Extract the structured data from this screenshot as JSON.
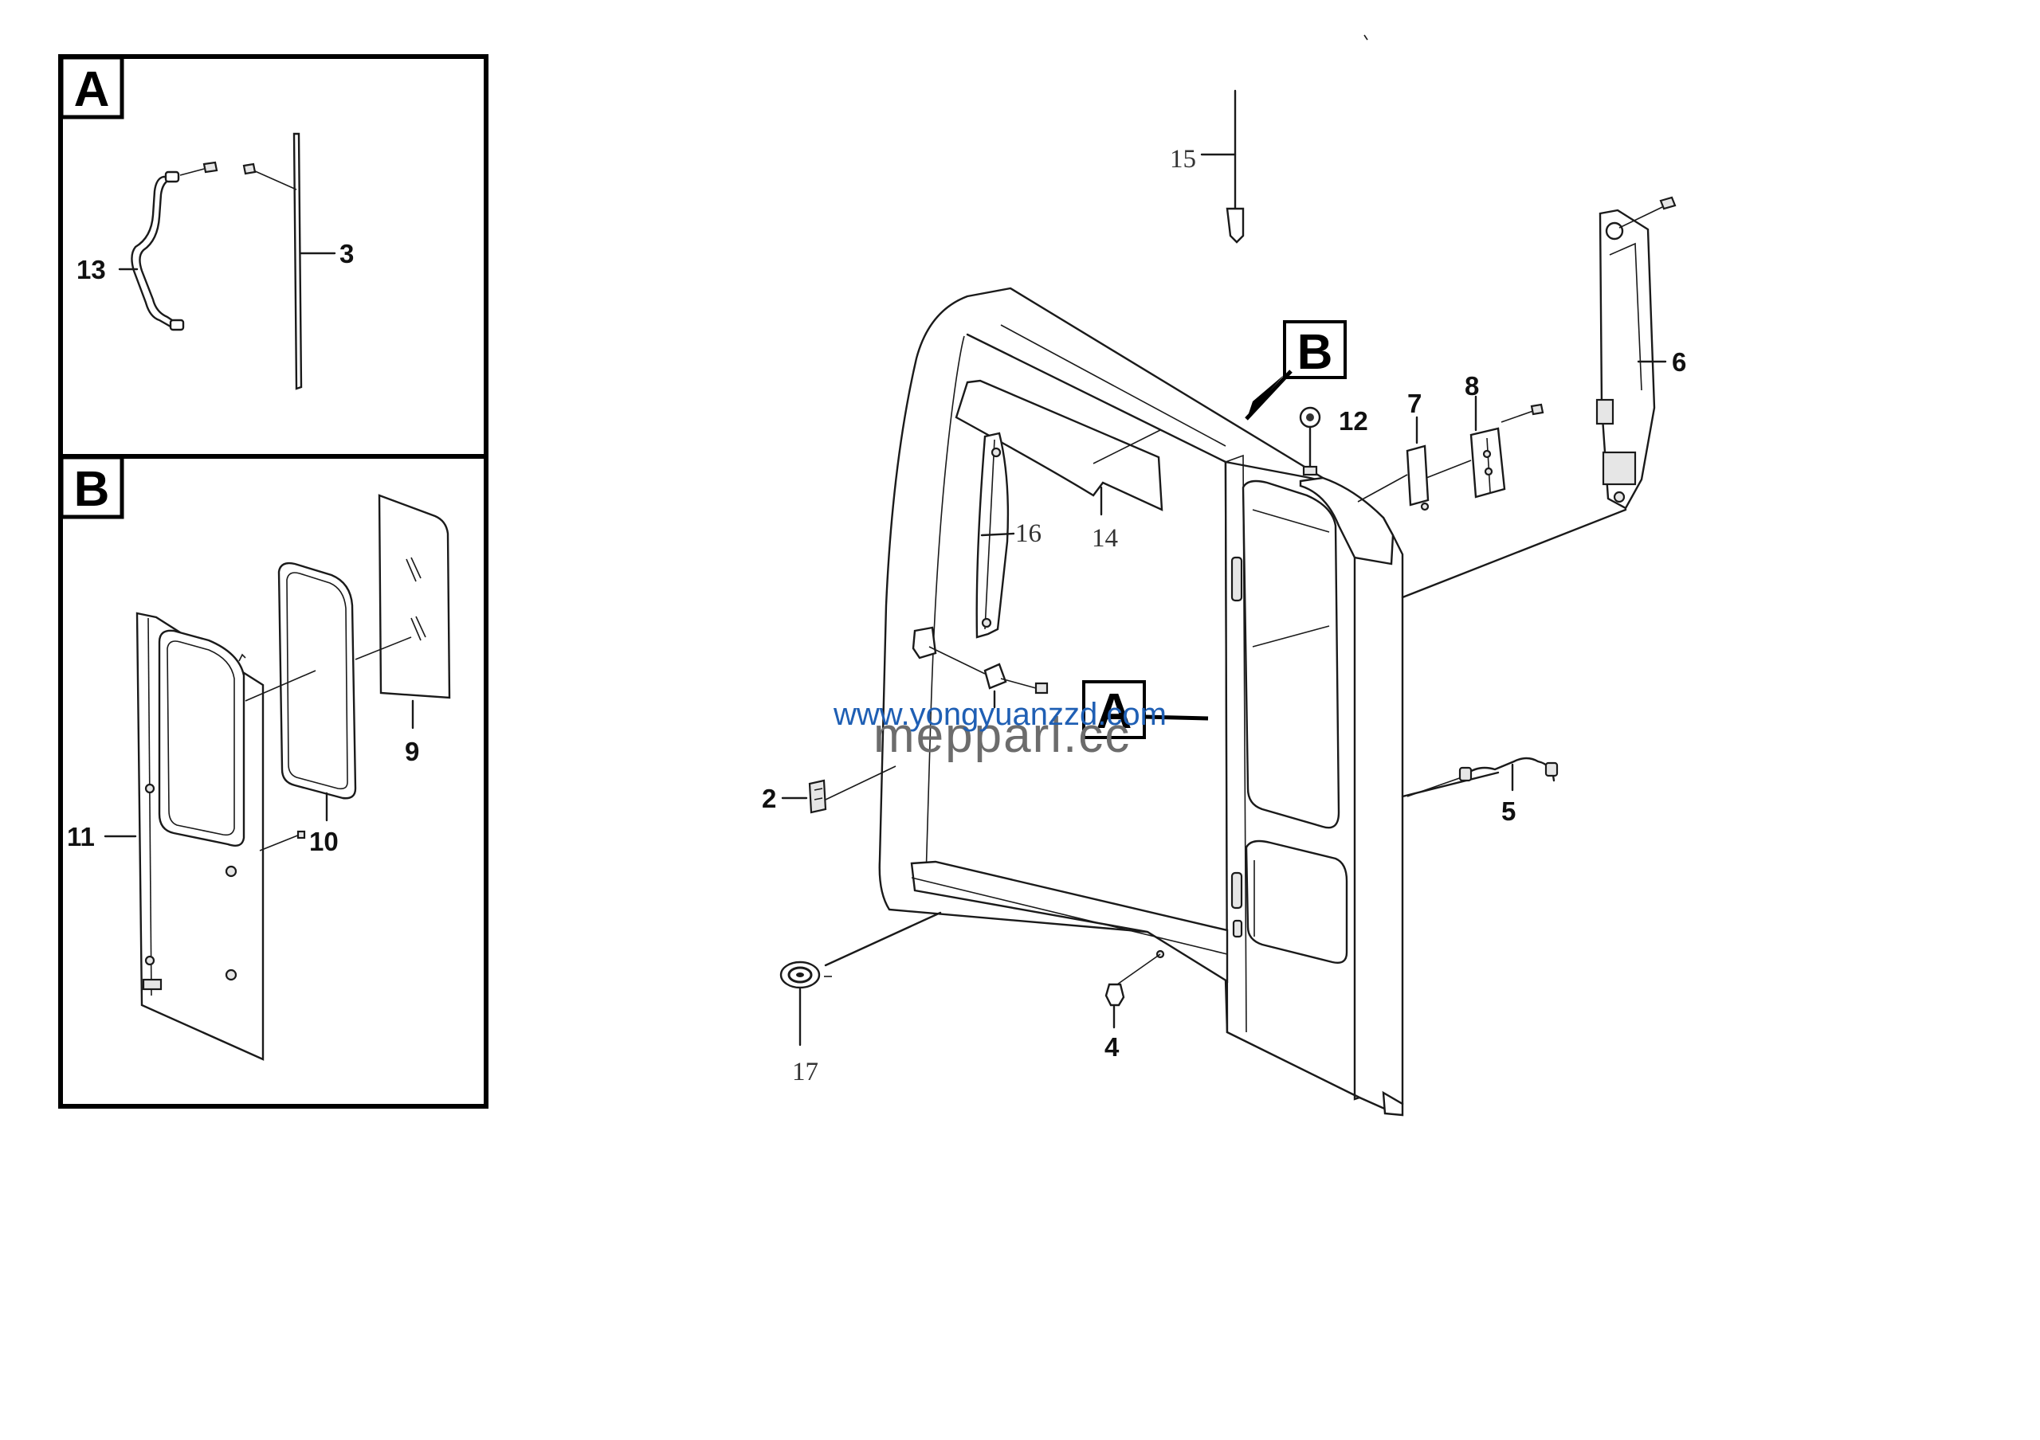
{
  "inset_boxes": {
    "a": {
      "letter": "A"
    },
    "b": {
      "letter": "B"
    }
  },
  "callouts": {
    "b": "B",
    "a": "A"
  },
  "parts": {
    "p2": "2",
    "p3": "3",
    "p4": "4",
    "p5": "5",
    "p6": "6",
    "p7": "7",
    "p8": "8",
    "p9": "9",
    "p10": "10",
    "p11": "11",
    "p12": "12",
    "p13": "13",
    "p14": "14",
    "p15": "15",
    "p16": "16",
    "p17": "17"
  },
  "watermarks": {
    "url": "www.yongyuanzzd.com",
    "brand": "mepparl.cc"
  }
}
